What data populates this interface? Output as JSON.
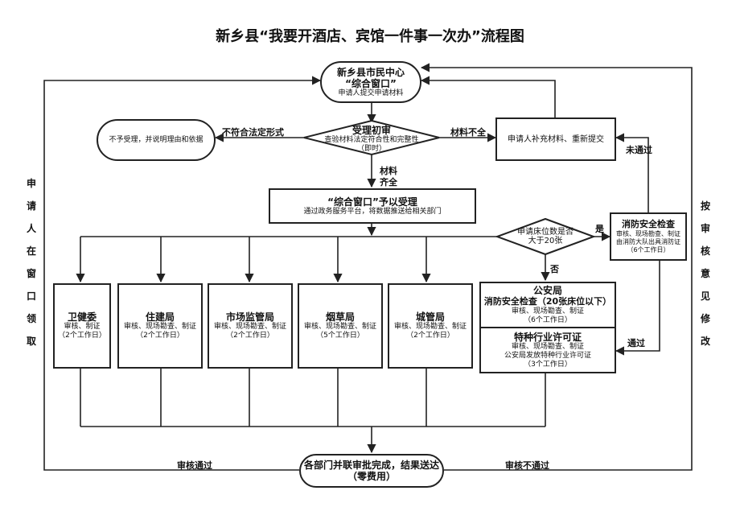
{
  "title": "新乡县“我要开酒店、宾馆一件事一次办”流程图",
  "nodes": {
    "center": {
      "line1": "新乡县市民中心",
      "line2": "“综合窗口”",
      "line3": "申请人提交申请材料"
    },
    "review": {
      "line1": "受理初审",
      "line2": "查验材料法定符合性和完整性",
      "line3": "（即时）"
    },
    "reject": {
      "text": "不予受理，并说明理由和依据"
    },
    "resubmit": {
      "text": "申请人补充材料、重新提交"
    },
    "accept": {
      "line1": "“综合窗口”予以受理",
      "line2": "通过政务服务平台，将数据推送给相关部门"
    },
    "bedcheck": {
      "line1": "申请床位数是否",
      "line2": "大于20张"
    },
    "fire": {
      "line1": "消防安全检查",
      "line2": "审核、现场勘查、制证",
      "line3": "由消防大队出具消防证",
      "line4": "（6个工作日）"
    },
    "health": {
      "name": "卫健委",
      "desc": "审核、制证",
      "days": "（2个工作日）"
    },
    "housing": {
      "name": "住建局",
      "desc": "审核、现场勘查、制证",
      "days": "（2个工作日）"
    },
    "market": {
      "name": "市场监管局",
      "desc": "审核、现场勘查、制证",
      "days": "（2个工作日）"
    },
    "tobacco": {
      "name": "烟草局",
      "desc": "审核、现场勘查、制证",
      "days": "（5个工作日）"
    },
    "urban": {
      "name": "城管局",
      "desc": "审核、现场勘查、制证",
      "days": "（2个工作日）"
    },
    "police": {
      "line1": "公安局",
      "line2": "消防安全检查（20张床位以下）",
      "line3": "审核、现场勘查、制证",
      "line4": "（6个工作日）"
    },
    "special": {
      "line1": "特种行业许可证",
      "line2": "审核、现场勘查、制证",
      "line3": "公安局发放特种行业许可证",
      "line4": "（3个工作日）"
    },
    "final": {
      "line1": "各部门并联审批完成，结果送达",
      "line2": "（零费用）"
    }
  },
  "labels": {
    "illegal": "不符合法定形式",
    "incomplete": "材料不全",
    "complete1": "材料",
    "complete2": "齐全",
    "yes": "是",
    "no": "否",
    "failed": "未通过",
    "passed": "通过",
    "approved": "审核通过",
    "not_approved": "审核不通过"
  },
  "side": {
    "left": [
      "申",
      "请",
      "人",
      "在",
      "窗",
      "口",
      "领",
      "取"
    ],
    "right": [
      "按",
      "审",
      "核",
      "意",
      "见",
      "修",
      "改"
    ]
  }
}
